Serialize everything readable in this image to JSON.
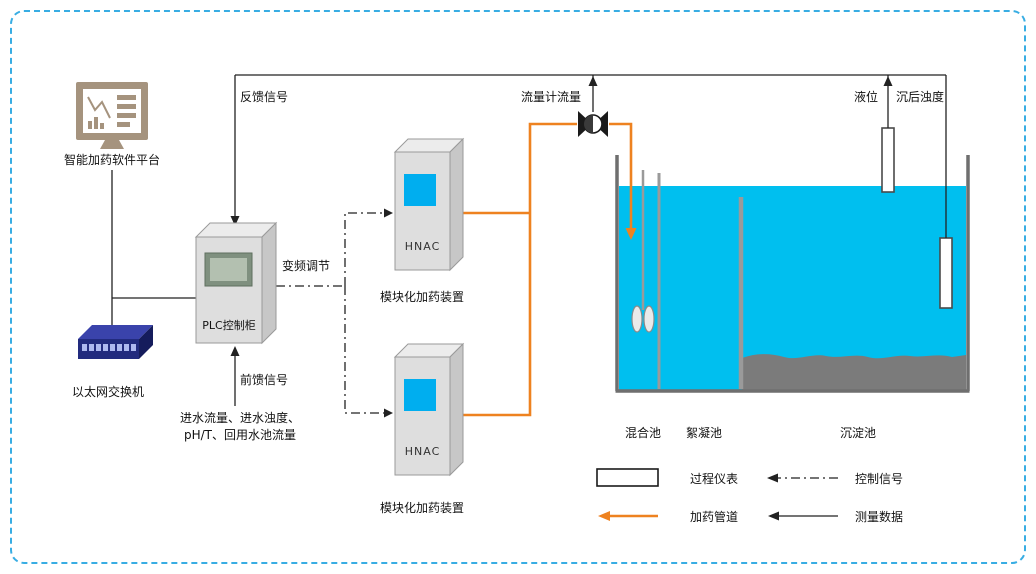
{
  "colors": {
    "border": "#38ADE3",
    "water": "#00BFEF",
    "sediment": "#7b7b7b",
    "pipe": "#EE8220",
    "module": "#00AEEF"
  },
  "nodes": {
    "platform_label": "智能加药软件平台",
    "switch_label": "以太网交换机",
    "plc_label": "PLC控制柜",
    "module1": {
      "title": "HNAC",
      "label": "模块化加药装置"
    },
    "module2": {
      "title": "HNAC",
      "label": "模块化加药装置"
    }
  },
  "signals": {
    "feedback": "反馈信号",
    "vfd": "变频调节",
    "feedforward": "前馈信号",
    "feedforward_inputs_line1": "进水流量、进水浊度、",
    "feedforward_inputs_line2": "pH/T、回用水池流量",
    "flowmeter": "流量计流量",
    "level": "液位",
    "post_sed_turbidity": "沉后浊度"
  },
  "pools": {
    "mixing": "混合池",
    "flocculation": "絮凝池",
    "sedimentation": "沉淀池"
  },
  "legend": {
    "process_instrument": "过程仪表",
    "control_signal": "控制信号",
    "dosing_pipeline": "加药管道",
    "measurement_data": "测量数据"
  }
}
